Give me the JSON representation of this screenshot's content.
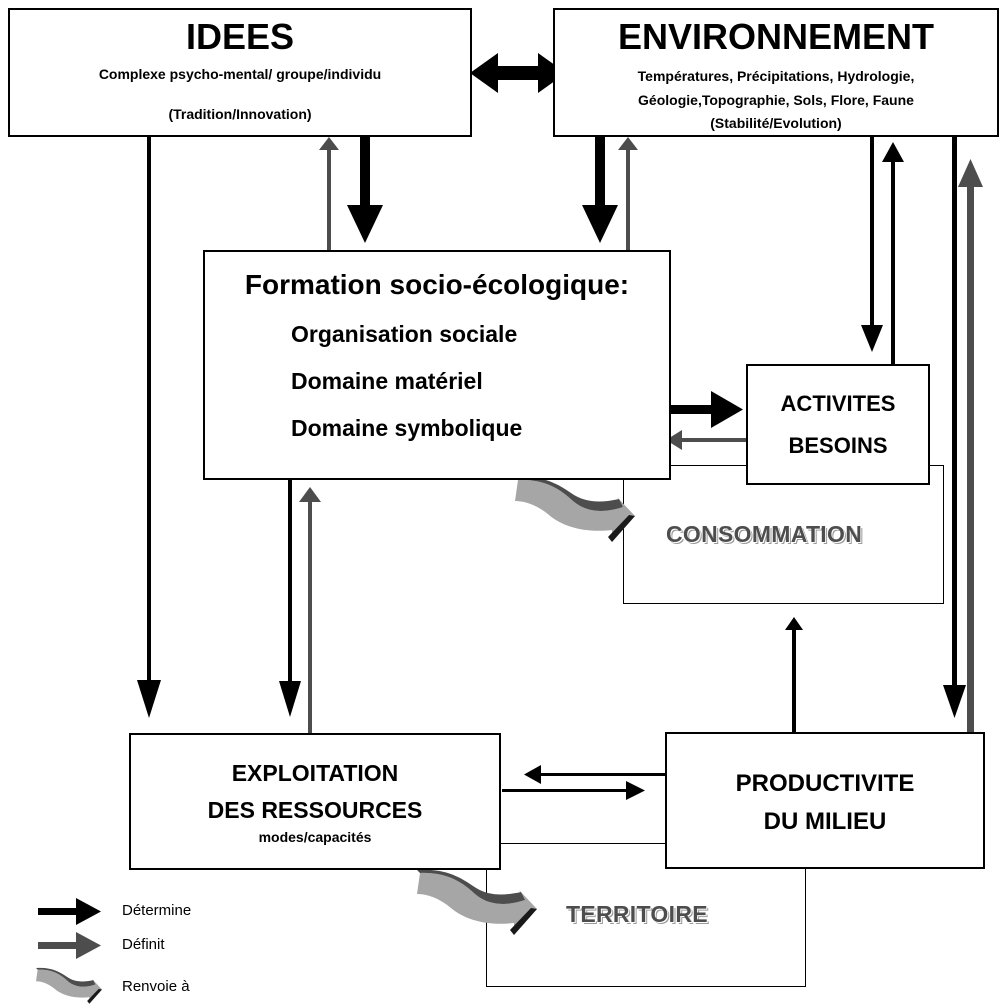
{
  "idees": {
    "title": "IDEES",
    "subtitle": "Complexe psycho-mental/ groupe/individu",
    "note": "(Tradition/Innovation)"
  },
  "environnement": {
    "title": "ENVIRONNEMENT",
    "line1": "Températures, Précipitations, Hydrologie,",
    "line2": "Géologie,Topographie, Sols, Flore, Faune",
    "line3": "(Stabilité/Evolution)"
  },
  "formation": {
    "title": "Formation socio-écologique:",
    "items": [
      "Organisation sociale",
      "Domaine matériel",
      "Domaine symbolique"
    ]
  },
  "activites": {
    "line1": "ACTIVITES",
    "line2": "BESOINS"
  },
  "consommation": {
    "label": "CONSOMMATION"
  },
  "exploitation": {
    "line1": "EXPLOITATION",
    "line2": "DES RESSOURCES",
    "line3": "modes/capacités"
  },
  "productivite": {
    "line1": "PRODUCTIVITE",
    "line2": "DU MILIEU"
  },
  "territoire": {
    "label": "TERRITOIRE"
  },
  "legend": {
    "determine": "Détermine",
    "definit": "Définit",
    "renvoie": "Renvoie à"
  },
  "colors": {
    "determine": "#000000",
    "definit": "#4d4d4d",
    "renvoie": "#a6a6a6"
  }
}
